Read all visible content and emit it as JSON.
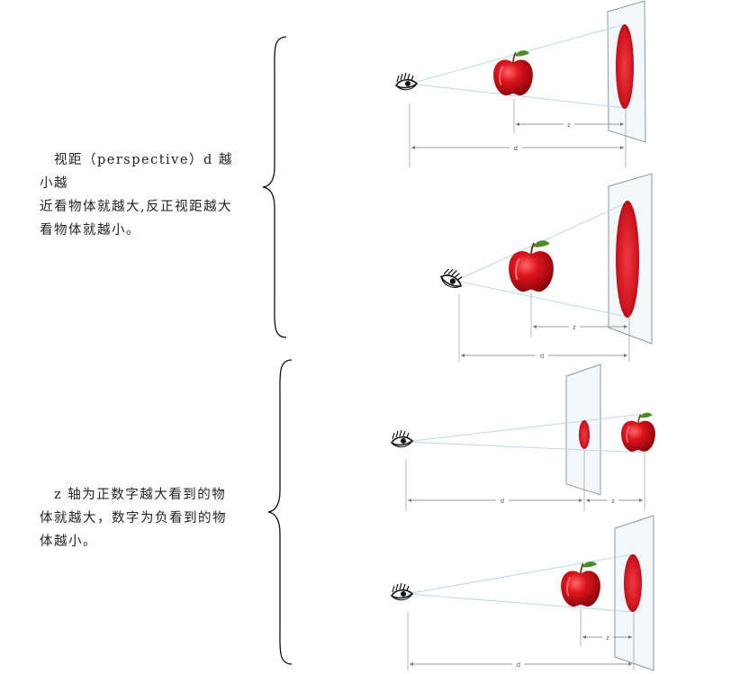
{
  "section1": {
    "lines": [
      "　视距（perspective）d 越小越",
      "近看物体就越大,反正视距越大",
      "看物体就越小。"
    ]
  },
  "section2": {
    "lines": [
      "　z 轴为正数字越大看到的物",
      "体就越大，数字为负看到的物",
      "体越小。"
    ]
  },
  "labels": {
    "z": "z",
    "d": "d"
  },
  "colors": {
    "apple": "#d3141e",
    "ellipse": "#c8101c",
    "ray": "#bcd6e6",
    "plane": "#8a9aa4",
    "dim": "#666666"
  }
}
